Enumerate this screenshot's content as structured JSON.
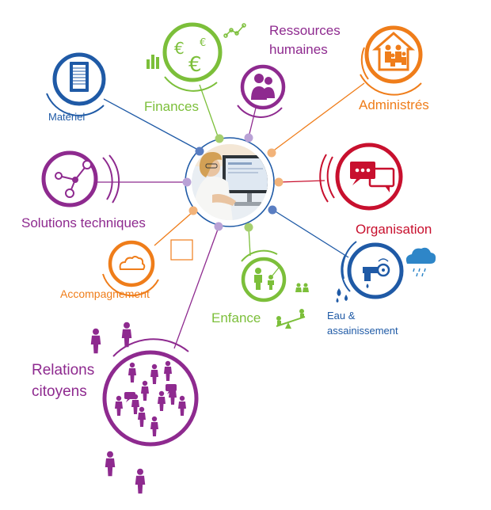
{
  "center": {
    "image": "person-at-computer-photo"
  },
  "colors": {
    "blue": "#1f5aa6",
    "purple": "#8e2a8f",
    "green": "#7cbf3a",
    "orange": "#ef7d1a",
    "red": "#c8102e",
    "lightblue": "#2e86c8",
    "dots": [
      "#f2b37a",
      "#b9a2d6",
      "#a6cf6e",
      "#5a7ec2"
    ]
  },
  "nodes": {
    "materiel": {
      "label": "Matériel",
      "icon": "server-icon"
    },
    "finances": {
      "label": "Finances",
      "icon": "euro-icon"
    },
    "rh": {
      "label_line1": "Ressources",
      "label_line2": "humaines",
      "icon": "people-icon"
    },
    "administres": {
      "label": "Administrés",
      "icon": "family-house-icon"
    },
    "solutions": {
      "label": "Solutions techniques",
      "icon": "network-icon"
    },
    "organisation": {
      "label": "Organisation",
      "icon": "chat-icon"
    },
    "accompagnement": {
      "label": "Accompagnement",
      "icon": "cloud-icon"
    },
    "enfance": {
      "label": "Enfance",
      "icon": "child-icon"
    },
    "eau": {
      "label_line1": "Eau &",
      "label_line2": "assainissement",
      "icon": "water-tap-icon"
    },
    "relations": {
      "label_line1": "Relations",
      "label_line2": "citoyens",
      "icon": "crowd-icon"
    }
  }
}
